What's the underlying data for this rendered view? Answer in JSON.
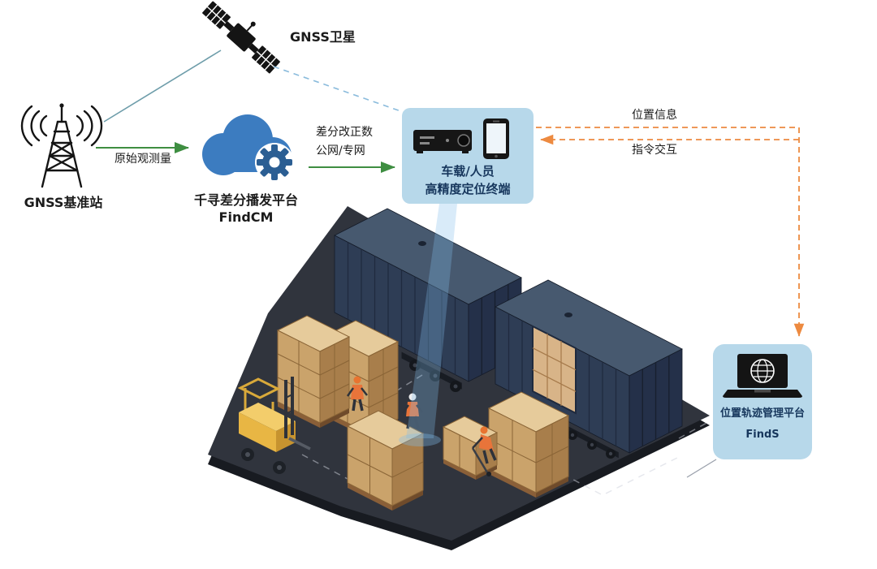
{
  "labels": {
    "satellite": "GNSS卫星",
    "base_station": "GNSS基准站",
    "raw_observation": "原始观测量",
    "cloud_platform_name": "千寻差分播发平台",
    "cloud_platform_product": "FindCM",
    "diff_correction": "差分改正数",
    "network": "公网/专网",
    "terminal_line1": "车载/人员",
    "terminal_line2": "高精度定位终端",
    "position_info": "位置信息",
    "command_interaction": "指令交互",
    "mgmt_platform_name": "位置轨迹管理平台",
    "mgmt_platform_product": "FindS"
  },
  "icons": {
    "satellite": "gnss-satellite-icon",
    "base_station": "radio-tower-icon",
    "cloud": "cloud-icon",
    "gear": "gear-icon",
    "receiver": "receiver-device-icon",
    "smartphone": "smartphone-icon",
    "laptop_globe": "laptop-globe-icon",
    "scene": "warehouse-isometric-scene"
  },
  "colors": {
    "bubble_fill": "#b7d8ea",
    "cloud_blue": "#3c7cc0",
    "gear_blue": "#2b5e93",
    "arrow_green": "#3e8e41",
    "arrow_orange": "#ed8a40",
    "link_dashed_blue": "#8abbdc",
    "link_teal": "#6e9daa",
    "label_navy": "#17375d",
    "text_black": "#1b1b1b",
    "platform_dark": "#30343d",
    "container_navy": "#2e3d55",
    "carton_tan": "#caa36b",
    "forklift_yellow": "#e8b644",
    "beam_blue": "rgba(130,190,235,0.30)"
  }
}
